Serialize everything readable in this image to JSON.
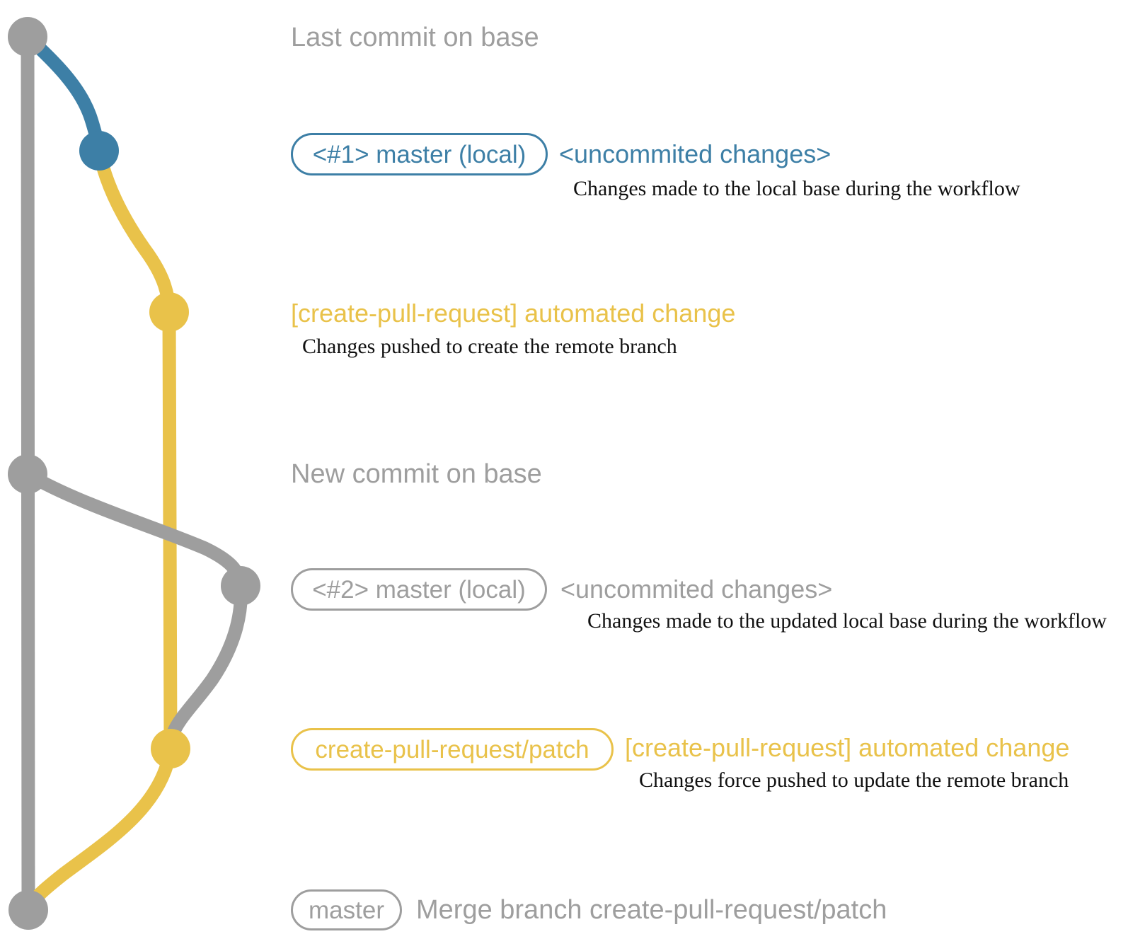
{
  "colors": {
    "gray": "#9e9e9e",
    "blue": "#3d7fa6",
    "yellow": "#e9c24a",
    "text_dark": "#111111"
  },
  "graph": {
    "type": "git-branch-diagram",
    "branches": [
      {
        "name": "base (master remote)",
        "color": "#9e9e9e"
      },
      {
        "name": "local working branch #1",
        "color": "#3d7fa6"
      },
      {
        "name": "create-pull-request/patch",
        "color": "#e9c24a"
      }
    ],
    "commits": [
      {
        "id": "last-commit-on-base",
        "color": "#9e9e9e"
      },
      {
        "id": "uncommitted-changes-1",
        "color": "#3d7fa6"
      },
      {
        "id": "automated-change-1",
        "color": "#e9c24a"
      },
      {
        "id": "new-commit-on-base",
        "color": "#9e9e9e"
      },
      {
        "id": "uncommitted-changes-2",
        "color": "#9e9e9e"
      },
      {
        "id": "automated-change-2",
        "color": "#e9c24a"
      },
      {
        "id": "merge-commit",
        "color": "#9e9e9e"
      }
    ]
  },
  "rows": {
    "last_commit": {
      "label": "Last commit on base"
    },
    "r1": {
      "badge": "<#1> master (local)",
      "title": "<uncommited changes>",
      "desc": "Changes made to the local base during the workflow"
    },
    "r2": {
      "title": "[create-pull-request] automated change",
      "desc": "Changes pushed to create the remote branch"
    },
    "new_commit": {
      "label": "New commit on base"
    },
    "r3": {
      "badge": "<#2> master (local)",
      "title": "<uncommited changes>",
      "desc": "Changes made to the updated local base during the workflow"
    },
    "r4": {
      "badge": "create-pull-request/patch",
      "title": "[create-pull-request] automated change",
      "desc": "Changes force pushed to update the remote branch"
    },
    "r5": {
      "badge": "master",
      "title": "Merge branch create-pull-request/patch"
    }
  }
}
